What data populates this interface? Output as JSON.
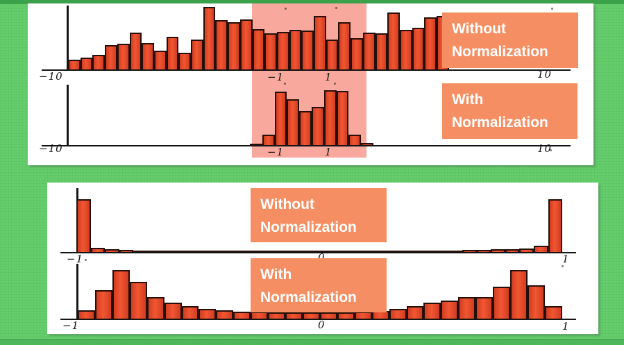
{
  "slide": {
    "background_color": "#65CD6C",
    "top_strip_color": "#3BA14A",
    "bottom_strip_color": "#4EB75C",
    "panel_color": "#FFFFFF"
  },
  "colors": {
    "bar_fill": "#EE4B2B",
    "bar_border": "#260F08",
    "highlight_region": "#F9A89E",
    "annotation_bg": "#F58F63",
    "annotation_text": "#FFFFFF",
    "axis": "#151515"
  },
  "chart_data": [
    {
      "type": "bar",
      "title": "Without Normalization",
      "annotation": {
        "line1": "Without",
        "line2": "Normalization"
      },
      "x_ticks": [
        "−10",
        "−1",
        "1",
        "10"
      ],
      "x_range": [
        -10,
        10
      ],
      "highlighted_region": {
        "around_ticks": [
          "−1",
          "1"
        ],
        "color": "#F9A89E"
      },
      "values_unit": "relative bar height, fraction of plot height",
      "values": [
        0.15,
        0.18,
        0.23,
        0.38,
        0.4,
        0.58,
        0.41,
        0.29,
        0.51,
        0.26,
        0.47,
        0.98,
        0.77,
        0.74,
        0.78,
        0.63,
        0.57,
        0.59,
        0.62,
        0.61,
        0.84,
        0.47,
        0.74,
        0.49,
        0.58,
        0.57,
        0.89,
        0.62,
        0.65,
        0.82,
        0.84
      ],
      "bar_color": "#EE4B2B",
      "bar_border_color": "#260F08"
    },
    {
      "type": "bar",
      "title": "With Normalization",
      "annotation": {
        "line1": "With",
        "line2": "Normalization"
      },
      "x_ticks": [
        "−10",
        "−1",
        "1",
        "10"
      ],
      "x_range": [
        -10,
        10
      ],
      "highlighted_region": {
        "around_ticks": [
          "−1",
          "1"
        ],
        "color": "#F9A89E"
      },
      "values_unit": "relative bar height, fraction of plot height",
      "values": [
        0.02,
        0.17,
        0.88,
        0.75,
        0.56,
        0.63,
        0.9,
        0.89,
        0.17,
        0.03
      ],
      "bar_color": "#EE4B2B",
      "bar_border_color": "#260F08"
    },
    {
      "type": "bar",
      "title": "Without Normalization",
      "annotation": {
        "line1": "Without",
        "line2": "Normalization"
      },
      "x_ticks": [
        "−1",
        "0",
        "1"
      ],
      "x_range": [
        -1,
        1
      ],
      "values_unit": "relative bar height, fraction of plot height",
      "values": [
        0.95,
        0.07,
        0.05,
        0.04,
        0.03,
        0.03,
        0.025,
        0.025,
        0.02,
        0.02,
        0.02,
        0.02,
        0.02,
        0.02,
        0.02,
        0.02,
        0.02,
        0.02,
        0.02,
        0.02,
        0.02,
        0.02,
        0.02,
        0.025,
        0.025,
        0.03,
        0.03,
        0.035,
        0.04,
        0.045,
        0.055,
        0.065,
        0.11,
        0.95
      ],
      "bar_color": "#EE4B2B",
      "bar_border_color": "#260F08"
    },
    {
      "type": "bar",
      "title": "With Normalization",
      "annotation": {
        "line1": "With",
        "line2": "Normalization"
      },
      "x_ticks": [
        "−1",
        "0",
        "1"
      ],
      "x_range": [
        -1,
        1
      ],
      "values_unit": "relative bar height, fraction of plot height",
      "values": [
        0.15,
        0.51,
        0.88,
        0.66,
        0.39,
        0.29,
        0.23,
        0.18,
        0.15,
        0.13,
        0.13,
        0.11,
        0.11,
        0.11,
        0.11,
        0.11,
        0.13,
        0.14,
        0.18,
        0.23,
        0.29,
        0.33,
        0.39,
        0.39,
        0.58,
        0.88,
        0.6,
        0.23
      ],
      "bar_color": "#EE4B2B",
      "bar_border_color": "#260F08"
    }
  ]
}
